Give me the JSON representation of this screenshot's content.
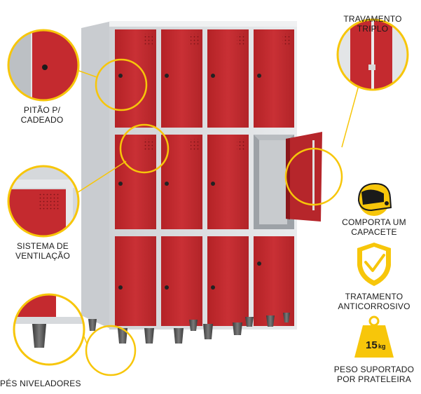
{
  "callouts": {
    "travamento": [
      "TRAVAMENTO",
      "TRIPLO"
    ],
    "pitao": [
      "PITÃO P/",
      "CADEADO"
    ],
    "ventilacao": [
      "SISTEMA DE",
      "VENTILAÇÃO"
    ],
    "pes": [
      "PÉS NIVELADORES"
    ],
    "capacete": [
      "COMPORTA UM",
      "CAPACETE"
    ],
    "tratamento": [
      "TRATAMENTO",
      "ANTICORROSIVO"
    ],
    "peso": [
      "PESO SUPORTADO",
      "POR PRATELEIRA"
    ]
  },
  "weight_badge": {
    "number": "15",
    "unit": "kg"
  },
  "colors": {
    "door_red": "#c0282d",
    "door_dark": "#9d1c20",
    "frame_grey": "#e4e6e8",
    "accent_yellow": "#f7c60a",
    "icon_black": "#1a1a1a"
  },
  "icons": [
    "helmet-icon",
    "shield-check-icon",
    "weight-icon"
  ]
}
